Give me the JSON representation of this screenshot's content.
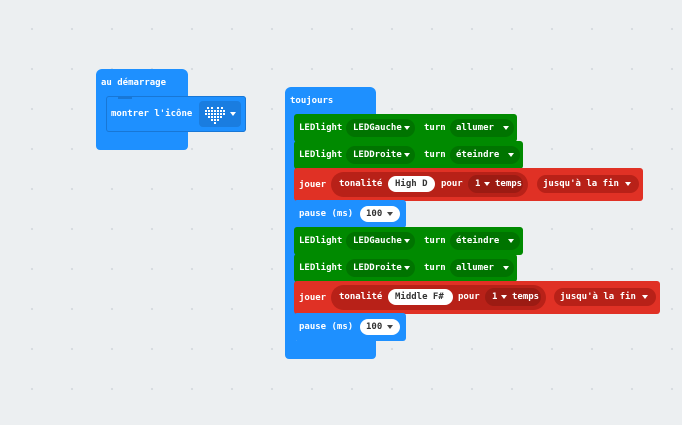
{
  "on_start": {
    "hat_label": "au démarrage",
    "show_icon_label": "montrer l'icône",
    "icon": "heart-icon"
  },
  "forever": {
    "hat_label": "toujours",
    "blocks": [
      {
        "type": "led",
        "device": "LEDlight",
        "target": "LEDGauche",
        "verb": "turn",
        "state": "allumer"
      },
      {
        "type": "led",
        "device": "LEDlight",
        "target": "LEDDroite",
        "verb": "turn",
        "state": "éteindre"
      },
      {
        "type": "tone",
        "label": "jouer",
        "tone_label": "tonalité",
        "note": "High D",
        "for_label": "pour",
        "beats": "1",
        "beats_label": "temps",
        "mode": "jusqu'à la fin"
      },
      {
        "type": "pause",
        "label": "pause (ms)",
        "value": "100"
      },
      {
        "type": "led",
        "device": "LEDlight",
        "target": "LEDGauche",
        "verb": "turn",
        "state": "éteindre"
      },
      {
        "type": "led",
        "device": "LEDlight",
        "target": "LEDDroite",
        "verb": "turn",
        "state": "allumer"
      },
      {
        "type": "tone",
        "label": "jouer",
        "tone_label": "tonalité",
        "note": "Middle F#",
        "for_label": "pour",
        "beats": "1",
        "beats_label": "temps",
        "mode": "jusqu'à la fin"
      },
      {
        "type": "pause",
        "label": "pause (ms)",
        "value": "100"
      }
    ]
  },
  "colors": {
    "basic_blue": "#1e90ff",
    "led_green": "#008a00",
    "music_red": "#e03125",
    "workspace_bg": "#eceff1"
  }
}
